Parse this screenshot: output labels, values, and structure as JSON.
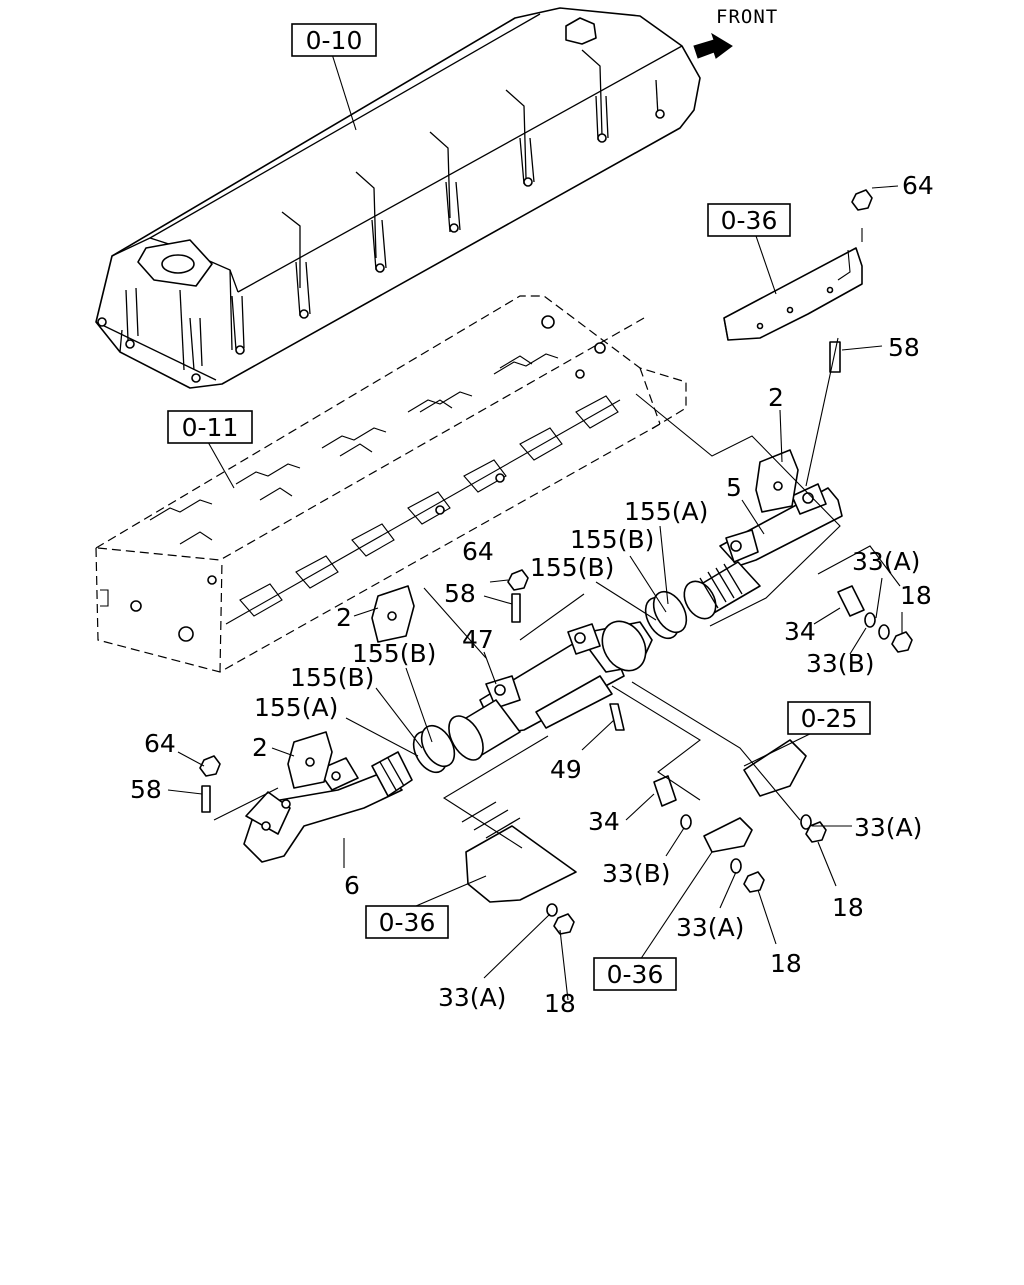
{
  "front_label": "FRONT",
  "icons": {
    "front_arrow": "arrow-right-icon"
  },
  "references": {
    "ref_0_10": "0-10",
    "ref_0_11": "0-11",
    "ref_0_36_top": "0-36",
    "ref_0_25": "0-25",
    "ref_0_36_mid": "0-36",
    "ref_0_36_bottom": "0-36"
  },
  "callouts": {
    "c64_top": "64",
    "c58_top": "58",
    "c2_right": "2",
    "c5": "5",
    "c155a_right": "155(A)",
    "c155b_right": "155(B)",
    "c155b_mid": "155(B)",
    "c64_mid": "64",
    "c58_mid": "58",
    "c2_mid": "2",
    "c47": "47",
    "c33a_right": "33(A)",
    "c18_right": "18",
    "c34_right": "34",
    "c33b_right": "33(B)",
    "c155b_left1": "155(B)",
    "c155b_left2": "155(B)",
    "c155a_left": "155(A)",
    "c64_left": "64",
    "c2_left": "2",
    "c58_left": "58",
    "c49": "49",
    "c6": "6",
    "c34_lower": "34",
    "c33b_lower": "33(B)",
    "c33a_lower_right": "33(A)",
    "c18_lower_right": "18",
    "c33a_lower_mid": "33(A)",
    "c18_lower_mid": "18",
    "c33a_bottom": "33(A)",
    "c18_bottom": "18"
  }
}
